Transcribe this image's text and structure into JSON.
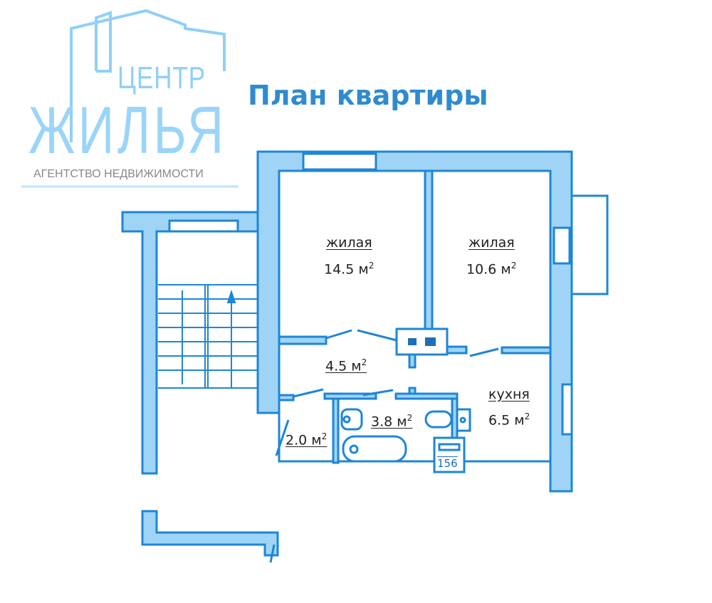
{
  "logo": {
    "top_word": "ЦЕНТР",
    "main_word": "ЖИЛЬЯ",
    "tagline": "АГЕНТСТВО НЕДВИЖИМОСТИ"
  },
  "title": "План квартиры",
  "rooms": [
    {
      "name": "жилая",
      "area": "14.5 м",
      "sup": "2"
    },
    {
      "name": "жилая",
      "area": "10.6 м",
      "sup": "2"
    },
    {
      "name": "",
      "area": "4.5 м",
      "sup": "2"
    },
    {
      "name": "кухня",
      "area": "6.5 м",
      "sup": "2"
    },
    {
      "name": "",
      "area": "3.8 м",
      "sup": "2"
    },
    {
      "name": "",
      "area": "2.0 м",
      "sup": "2"
    }
  ],
  "stove_label": "156",
  "colors": {
    "wall_fill": "#9fd4f6",
    "wall_stroke": "#1e86d6",
    "title": "#2f8bd0",
    "logo": "#9ad5f8"
  }
}
